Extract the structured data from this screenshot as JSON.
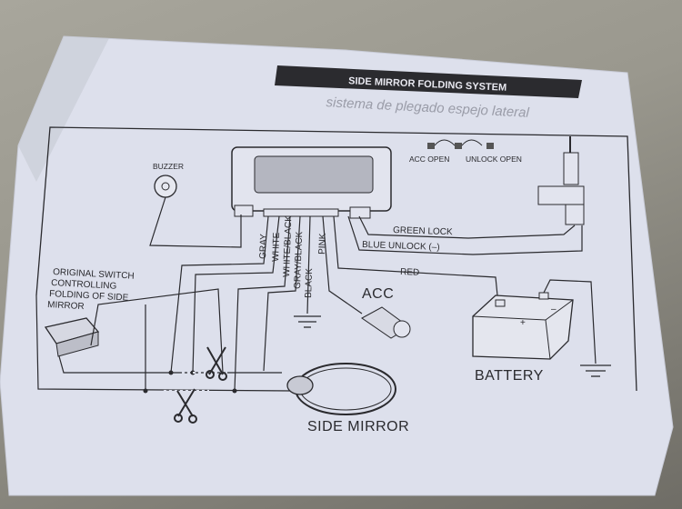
{
  "title": "SIDE MIRROR FOLDING SYSTEM",
  "subtitle": "sistema de plegado espejo lateral",
  "labels": {
    "buzzer": "BUZZER",
    "acc_open": "ACC OPEN",
    "unlock_open": "UNLOCK OPEN",
    "green_lock": "GREEN LOCK",
    "blue_unlock": "BLUE UNLOCK (–)",
    "red": "RED",
    "acc": "ACC",
    "battery": "BATTERY",
    "side_mirror": "SIDE MIRROR",
    "switch_1": "ORIGINAL SWITCH",
    "switch_2": "CONTROLLING",
    "switch_3": "FOLDING OF SIDE",
    "switch_4": "MIRROR",
    "battery_plus": "+",
    "battery_minus": "–"
  },
  "wires": [
    "GRAY",
    "WHITE",
    "WHITE/BLACK",
    "GRAY/BLACK",
    "BLACK",
    "PINK"
  ],
  "colors": {
    "paper": "#dfe2ee",
    "ink": "#2a2a2e",
    "banner": "#2b2b2f"
  }
}
